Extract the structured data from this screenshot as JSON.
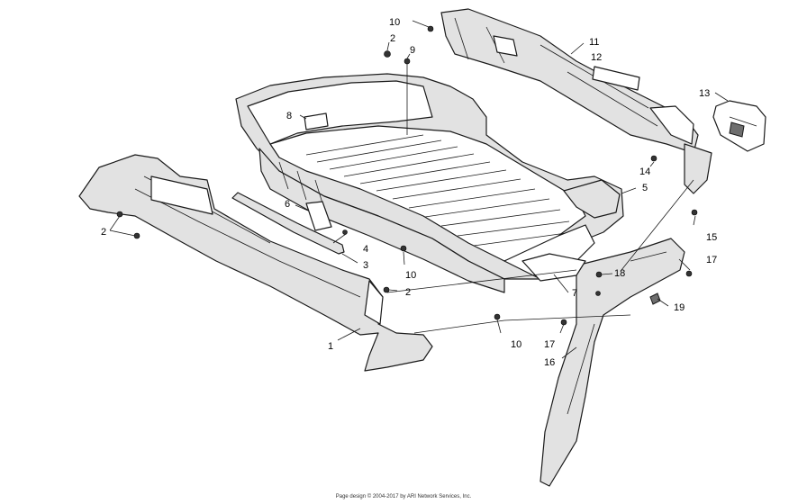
{
  "diagram": {
    "callouts": {
      "c1": "1",
      "c2a": "2",
      "c2b": "2",
      "c2c": "2",
      "c3": "3",
      "c4": "4",
      "c5": "5",
      "c6": "6",
      "c7": "7",
      "c8": "8",
      "c9": "9",
      "c10a": "10",
      "c10b": "10",
      "c10c": "10",
      "c11": "11",
      "c12": "12",
      "c13": "13",
      "c14": "14",
      "c15": "15",
      "c16": "16",
      "c17a": "17",
      "c17b": "17",
      "c18": "18",
      "c19": "19"
    }
  },
  "footer": {
    "copyright": "Page design © 2004-2017 by ARI Network Services, Inc."
  }
}
